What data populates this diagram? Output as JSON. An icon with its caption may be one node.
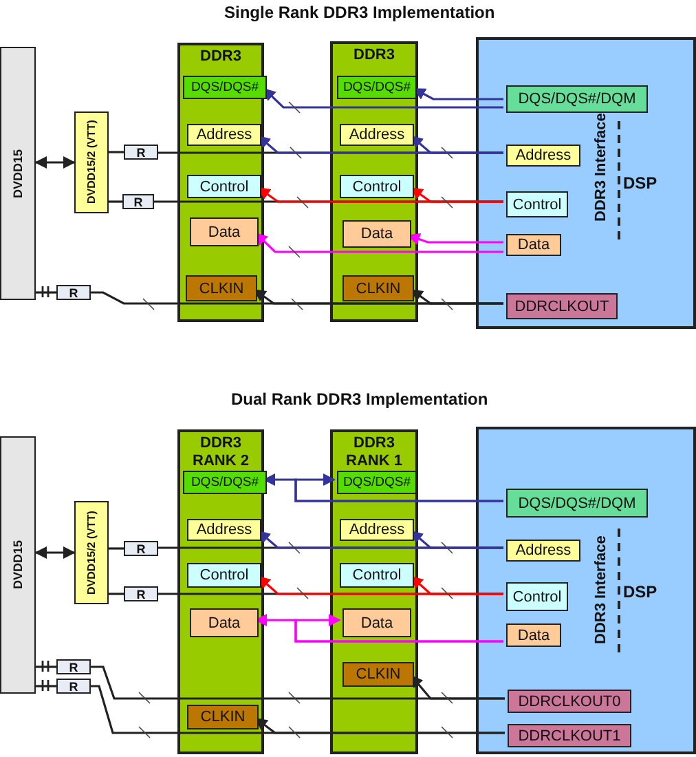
{
  "diagram": {
    "nodes": [
      {
        "text": [
          "DVDD15"
        ]
      },
      {
        "text": [
          "DVDD15/2 (VTT)"
        ]
      },
      {
        "text": [
          "R"
        ]
      },
      {
        "text": [
          "R"
        ]
      },
      {
        "text": [
          "R"
        ]
      },
      {
        "text": [
          "DDR3"
        ]
      },
      {
        "text": [
          "DQS/DQS#"
        ],
        "in": 5
      },
      {
        "text": [
          "Address"
        ],
        "in": 5
      },
      {
        "text": [
          "Control"
        ],
        "in": 5
      },
      {
        "text": [
          "Data"
        ],
        "in": 5
      },
      {
        "text": [
          "CLKIN"
        ],
        "in": 5
      },
      {
        "text": [
          "DDR3"
        ]
      },
      {
        "text": [
          "DQS/DQS#"
        ],
        "in": 11
      },
      {
        "text": [
          "Address"
        ],
        "in": 11
      },
      {
        "text": [
          "Control"
        ],
        "in": 11
      },
      {
        "text": [
          "Data"
        ],
        "in": 11
      },
      {
        "text": [
          "CLKIN"
        ],
        "in": 11
      },
      {
        "text": [
          "DDR3 Interface",
          "DSP"
        ]
      },
      {
        "text": [
          "DQS/DQS#/DQM"
        ],
        "in": 17
      },
      {
        "text": [
          "Address"
        ],
        "in": 17
      },
      {
        "text": [
          "Control"
        ],
        "in": 17
      },
      {
        "text": [
          "Data"
        ],
        "in": 17
      },
      {
        "text": [
          "DDRCLKOUT"
        ],
        "in": 17
      },
      {
        "text": [
          "DVDD15"
        ]
      },
      {
        "text": [
          "DVDD15/2 (VTT)"
        ]
      },
      {
        "text": [
          "R"
        ]
      },
      {
        "text": [
          "R"
        ]
      },
      {
        "text": [
          "R"
        ]
      },
      {
        "text": [
          "R"
        ]
      },
      {
        "text": [
          "DDR3 RANK 2"
        ]
      },
      {
        "text": [
          "DQS/DQS#"
        ],
        "in": 29
      },
      {
        "text": [
          "Address"
        ],
        "in": 29
      },
      {
        "text": [
          "Control"
        ],
        "in": 29
      },
      {
        "text": [
          "Data"
        ],
        "in": 29
      },
      {
        "text": [
          "CLKIN"
        ],
        "in": 29
      },
      {
        "text": [
          "DDR3 RANK 1"
        ]
      },
      {
        "text": [
          "DQS/DQS#"
        ],
        "in": 35
      },
      {
        "text": [
          "Address"
        ],
        "in": 35
      },
      {
        "text": [
          "Control"
        ],
        "in": 35
      },
      {
        "text": [
          "Data"
        ],
        "in": 35
      },
      {
        "text": [
          "CLKIN"
        ],
        "in": 35
      },
      {
        "text": [
          "DDR3 Interface",
          "DSP"
        ]
      },
      {
        "text": [
          "DQS/DQS#/DQM"
        ],
        "in": 41
      },
      {
        "text": [
          "Address"
        ],
        "in": 41
      },
      {
        "text": [
          "Control"
        ],
        "in": 41
      },
      {
        "text": [
          "Data"
        ],
        "in": 41
      },
      {
        "text": [
          "DDRCLKOUT0"
        ],
        "in": 41
      },
      {
        "text": [
          "DDRCLKOUT1"
        ],
        "in": 41
      }
    ],
    "edges": [
      {
        "from": 0,
        "to": 1,
        "arrow": "both"
      },
      {
        "from": 1,
        "to": 2,
        "arrow": "none"
      },
      {
        "from": 1,
        "to": 3,
        "arrow": "none"
      },
      {
        "from": 18,
        "to": 12,
        "arrow": "to",
        "color": "#333399"
      },
      {
        "from": 18,
        "to": 6,
        "arrow": "to",
        "color": "#333399"
      },
      {
        "from": 19,
        "to": 13,
        "arrow": "to",
        "color": "#333399"
      },
      {
        "from": 19,
        "to": 7,
        "arrow": "to",
        "color": "#333399"
      },
      {
        "from": 2,
        "to": 19,
        "arrow": "none"
      },
      {
        "from": 20,
        "to": 14,
        "arrow": "to",
        "color": "#ff0000"
      },
      {
        "from": 20,
        "to": 8,
        "arrow": "to",
        "color": "#ff0000"
      },
      {
        "from": 3,
        "to": 20,
        "arrow": "none"
      },
      {
        "from": 21,
        "to": 15,
        "arrow": "to",
        "color": "#ff00ff"
      },
      {
        "from": 21,
        "to": 9,
        "arrow": "to",
        "color": "#ff00ff"
      },
      {
        "from": 22,
        "to": 16,
        "arrow": "to"
      },
      {
        "from": 22,
        "to": 10,
        "arrow": "to"
      },
      {
        "from": 4,
        "to": 22,
        "arrow": "none"
      },
      {
        "from": 0,
        "to": 4,
        "arrow": "none"
      },
      {
        "from": 23,
        "to": 24,
        "arrow": "both"
      },
      {
        "from": 24,
        "to": 25,
        "arrow": "none"
      },
      {
        "from": 24,
        "to": 26,
        "arrow": "none"
      },
      {
        "from": 42,
        "to": 36,
        "arrow": "to",
        "color": "#333399"
      },
      {
        "from": 42,
        "to": 30,
        "arrow": "to",
        "color": "#333399"
      },
      {
        "from": 43,
        "to": 37,
        "arrow": "to",
        "color": "#333399"
      },
      {
        "from": 43,
        "to": 31,
        "arrow": "to",
        "color": "#333399"
      },
      {
        "from": 25,
        "to": 43,
        "arrow": "none"
      },
      {
        "from": 44,
        "to": 38,
        "arrow": "to",
        "color": "#ff0000"
      },
      {
        "from": 44,
        "to": 32,
        "arrow": "to",
        "color": "#ff0000"
      },
      {
        "from": 26,
        "to": 44,
        "arrow": "none"
      },
      {
        "from": 45,
        "to": 39,
        "arrow": "to",
        "color": "#ff00ff"
      },
      {
        "from": 45,
        "to": 33,
        "arrow": "to",
        "color": "#ff00ff"
      },
      {
        "from": 46,
        "to": 40,
        "arrow": "to"
      },
      {
        "from": 27,
        "to": 46,
        "arrow": "none"
      },
      {
        "from": 47,
        "to": 34,
        "arrow": "to"
      },
      {
        "from": 28,
        "to": 47,
        "arrow": "none"
      },
      {
        "from": 23,
        "to": 27,
        "arrow": "none"
      },
      {
        "from": 23,
        "to": 28,
        "arrow": "none"
      }
    ],
    "labels": [
      "Single Rank DDR3 Implementation",
      "Dual Rank DDR3 Implementation"
    ]
  }
}
